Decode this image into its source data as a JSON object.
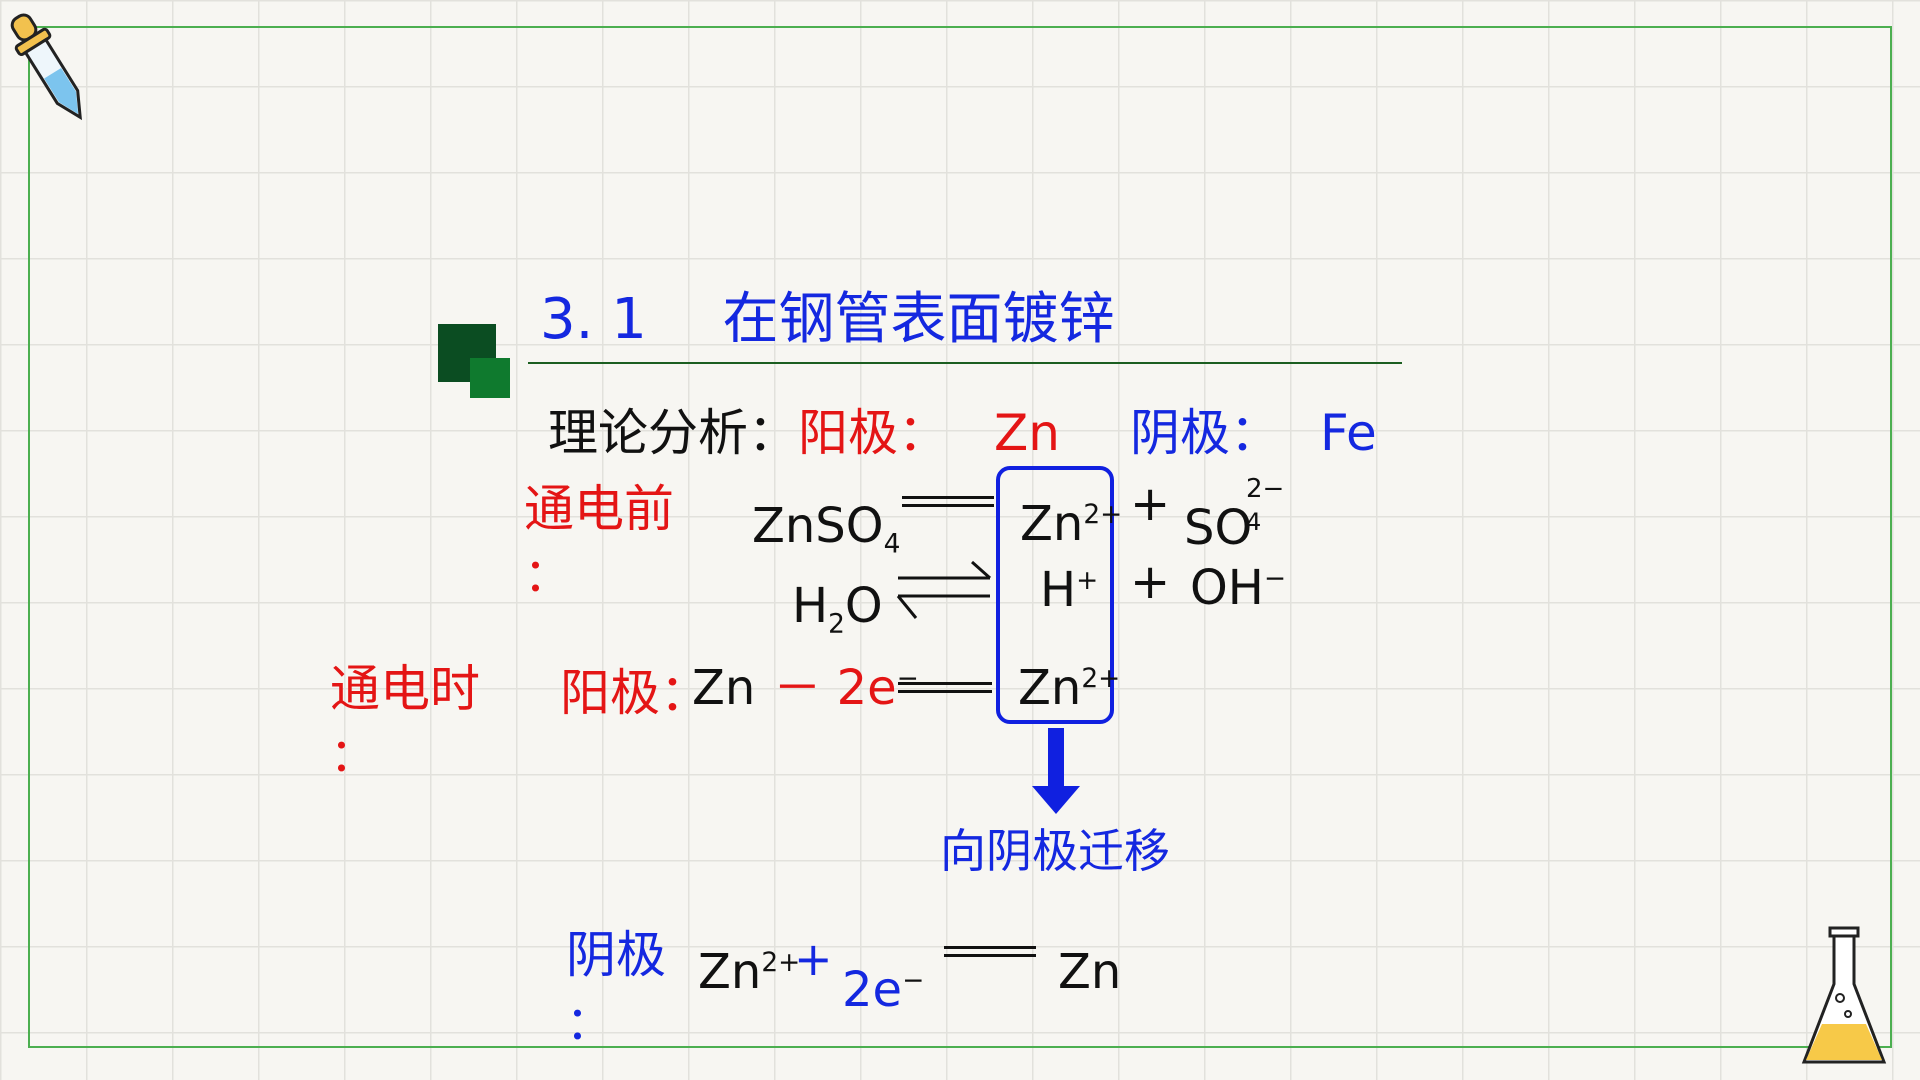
{
  "colors": {
    "blue": "#1428e0",
    "red": "#e41515",
    "black": "#111111",
    "green_rule": "#1b5e20",
    "arrow": "#1020e0"
  },
  "icons": [
    "dropper-icon",
    "flask-icon",
    "green-squares-icon"
  ],
  "title": {
    "number": "3. 1",
    "text": "在钢管表面镀锌"
  },
  "analysis": {
    "label": "理论分析：",
    "anode_label": "阳极：",
    "anode_value": "Zn",
    "cathode_label": "阴极：",
    "cathode_value": "Fe"
  },
  "before": {
    "label": "通电前",
    "colon": "：",
    "znso4_main": "ZnSO",
    "znso4_sub": "4",
    "h2o_h": "H",
    "h2o_sub": "2",
    "h2o_o": "O",
    "zn_ion": "Zn",
    "zn_ion_charge": "2+",
    "h_ion": "H",
    "h_ion_charge": "+",
    "plus": "+",
    "so4_main": "SO",
    "so4_charge": "2−",
    "so4_sub": "4",
    "oh": "OH",
    "oh_charge": "−"
  },
  "during": {
    "label": "通电时",
    "colon": "：",
    "anode_label": "阳极：",
    "zn": "Zn",
    "minus_2e": "－ 2e",
    "minus_charge": "−",
    "product": "Zn",
    "product_charge": "2+"
  },
  "migration": "向阴极迁移",
  "cathode": {
    "label": "阴极",
    "colon": "：",
    "zn_ion": "Zn",
    "zn_charge": "2+",
    "plus": "+",
    "electrons": "2e",
    "electron_charge": "−",
    "product": "Zn"
  }
}
